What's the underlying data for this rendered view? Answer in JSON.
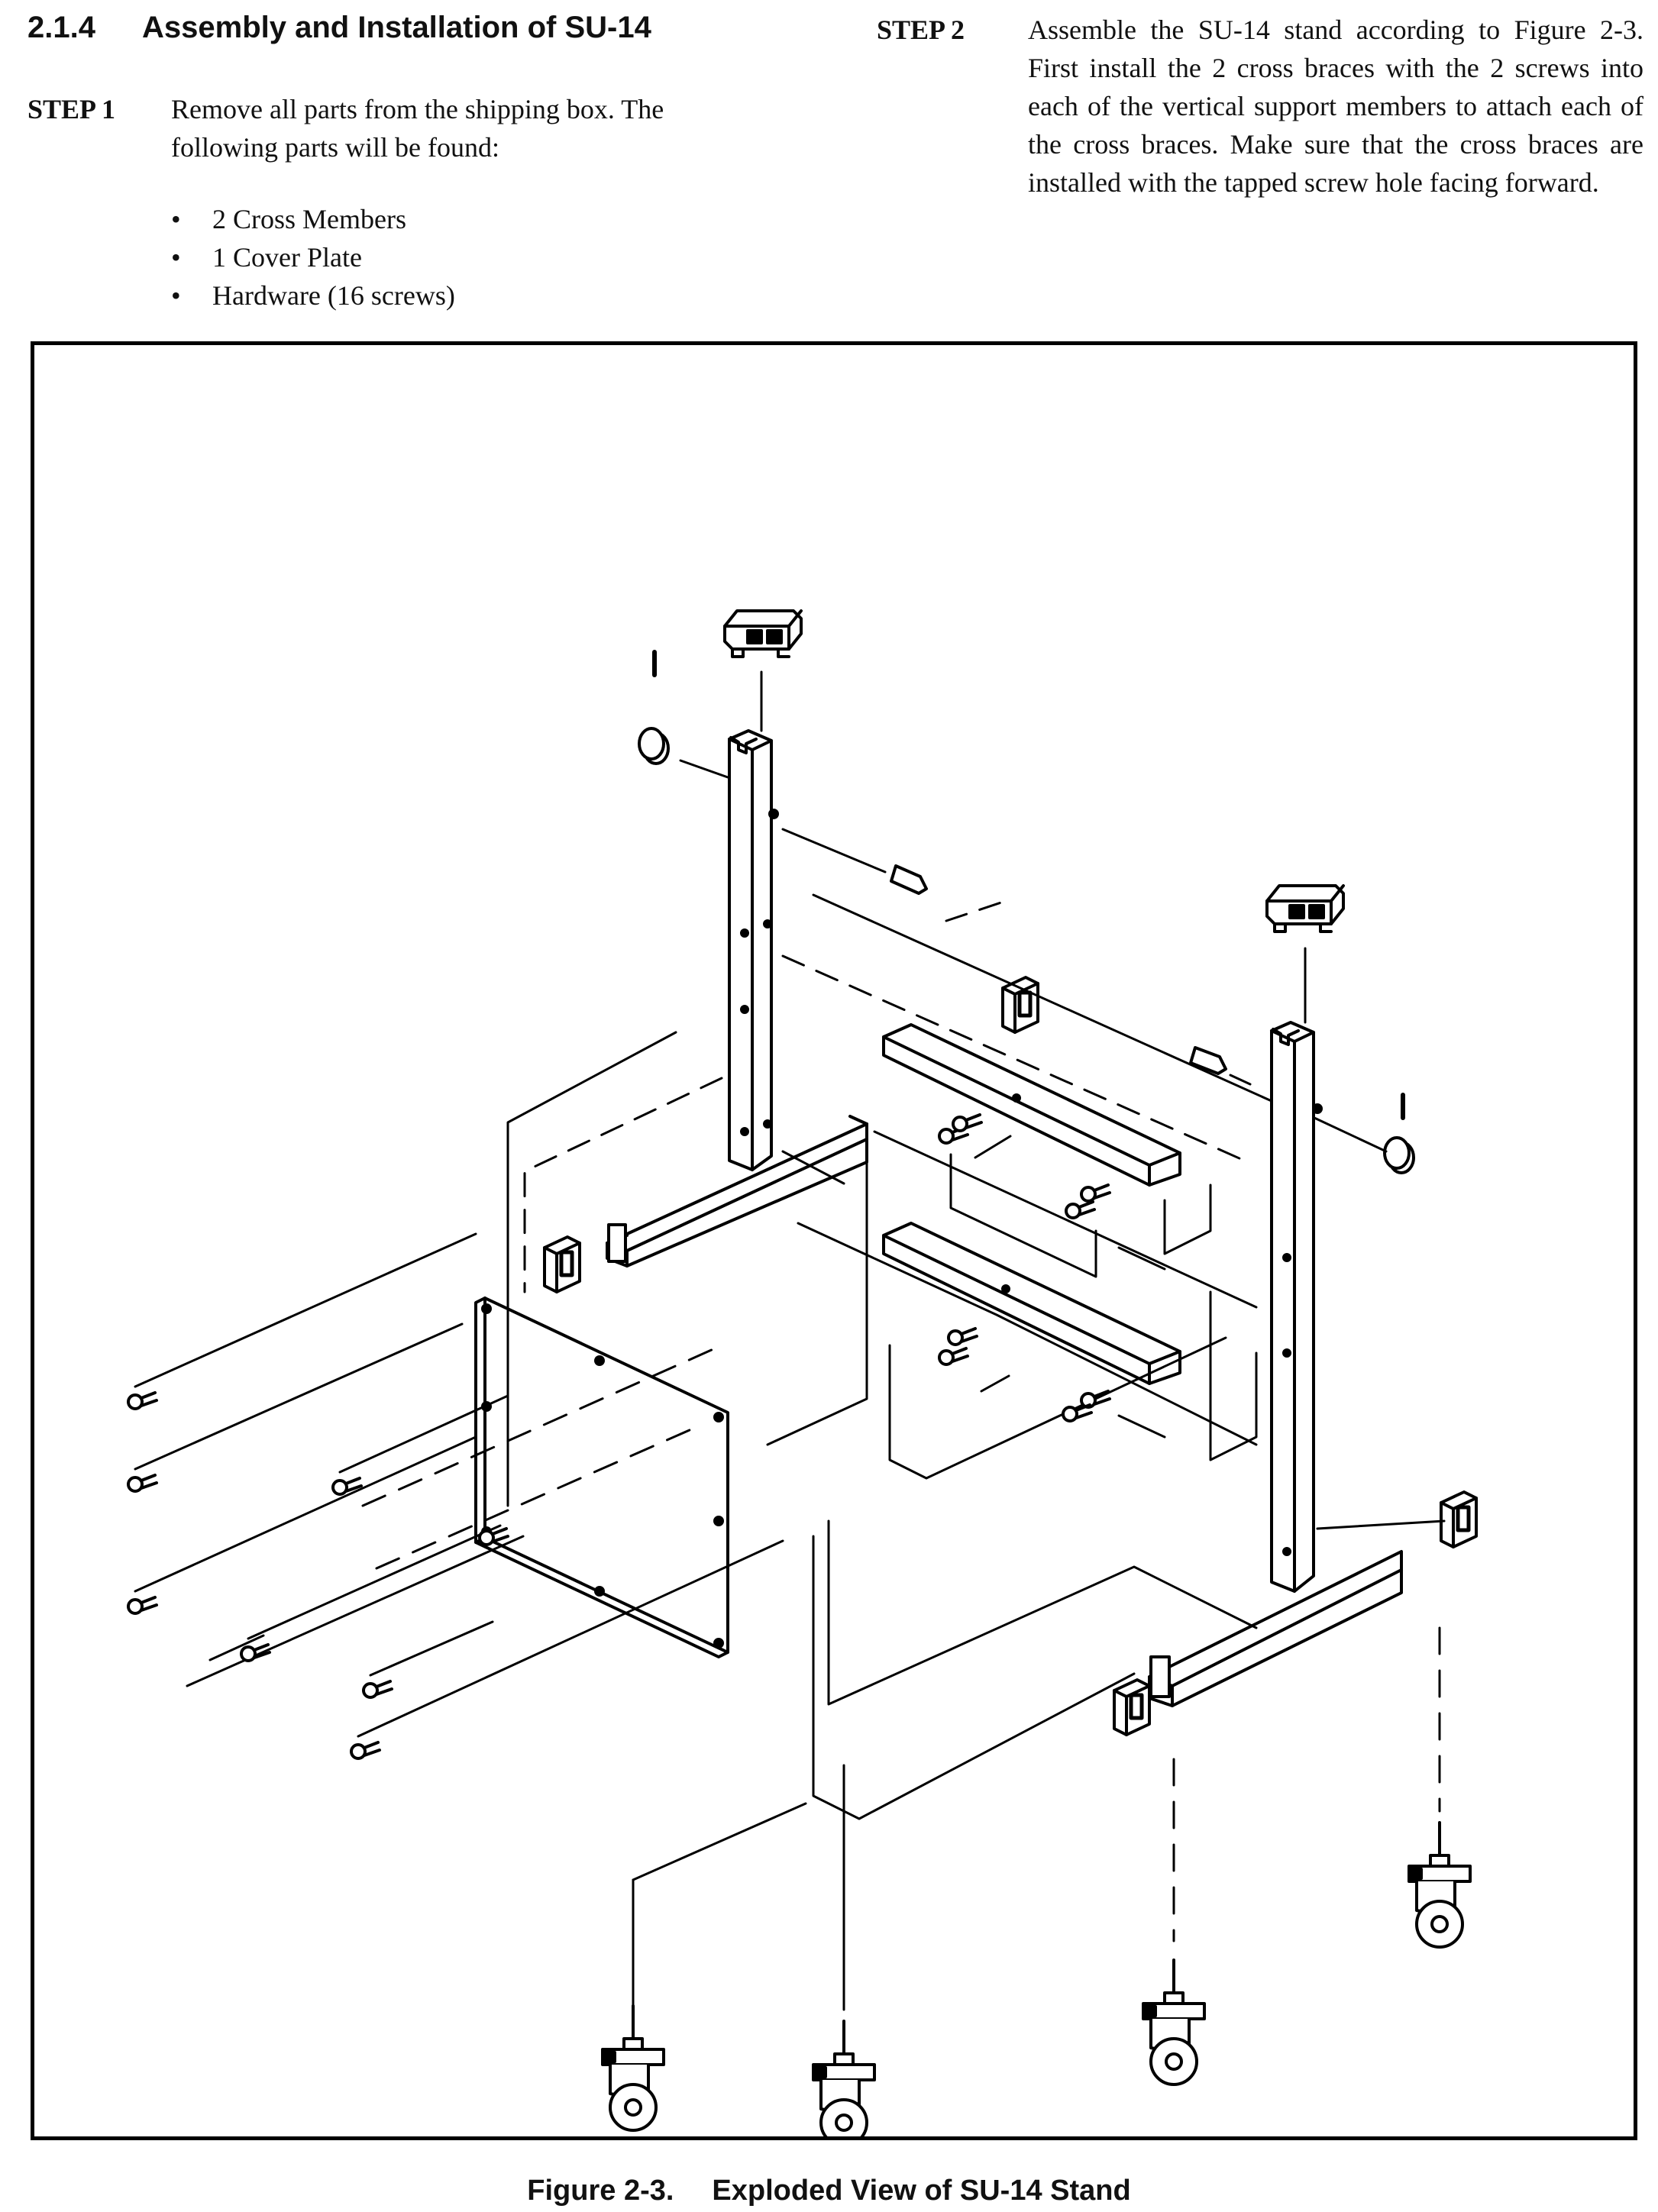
{
  "section": {
    "number": "2.1.4",
    "title": "Assembly and Installation of SU-14"
  },
  "step1": {
    "label": "STEP 1",
    "lines": [
      "Remove all parts from the shipping box. The",
      "following parts will be found:"
    ],
    "items": [
      "2 Cross Members",
      "1 Cover Plate",
      "Hardware (16 screws)"
    ]
  },
  "step2": {
    "label": "STEP 2",
    "text": "Assemble the SU-14 stand according to Figure 2-3. First install the 2 cross braces with the 2 screws into each of the vertical support members to attach each of the cross braces. Make sure that the cross braces are installed with the tapped screw hole facing forward."
  },
  "figure": {
    "number": "Figure 2-3.",
    "title": "Exploded View of SU-14 Stand"
  }
}
